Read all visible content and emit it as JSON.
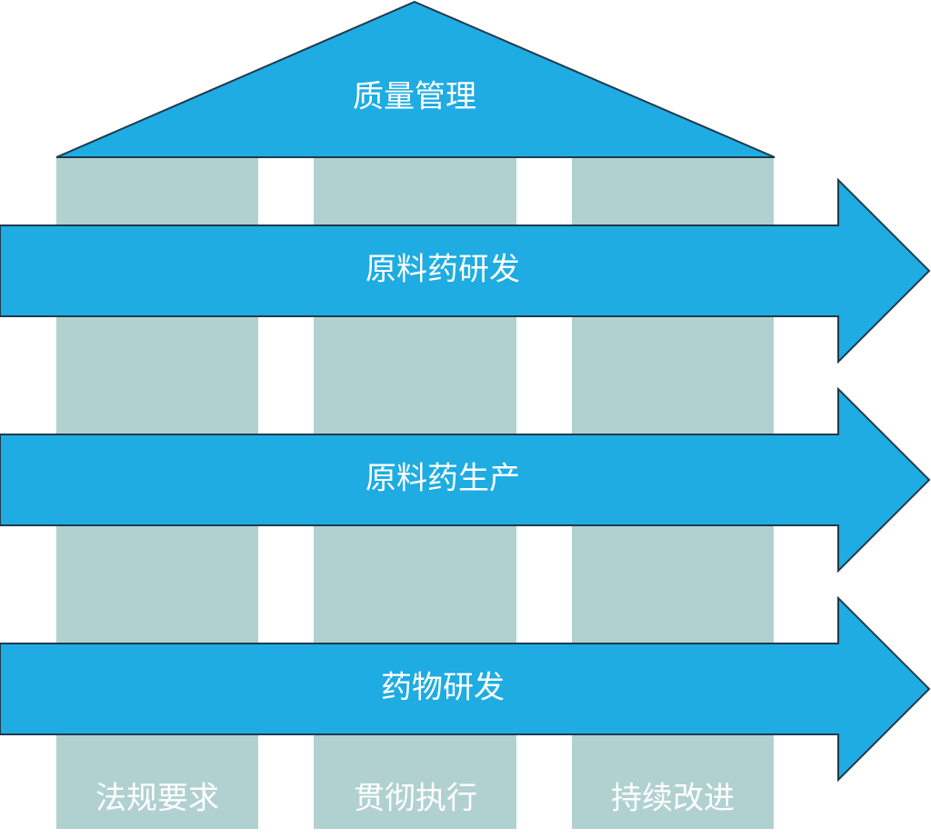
{
  "roof": {
    "label": "质量管理"
  },
  "arrows": [
    {
      "label": "原料药研发"
    },
    {
      "label": "原料药生产"
    },
    {
      "label": "药物研发"
    }
  ],
  "pillars": [
    {
      "label": "法规要求"
    },
    {
      "label": "贯彻执行"
    },
    {
      "label": "持续改进"
    }
  ],
  "colors": {
    "arrow_fill": "#1eace2",
    "roof_fill": "#1eace2",
    "outline": "#1f3a4d",
    "pillar_fill": "#b1d1d1",
    "text": "#ffffff"
  }
}
